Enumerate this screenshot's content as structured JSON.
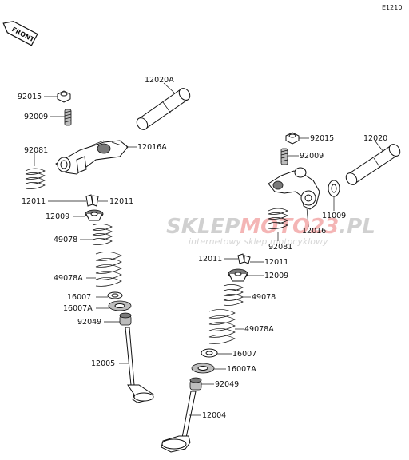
{
  "diagram_code": "E1210",
  "front_label": "FRONT",
  "watermark": {
    "brand_a": "SKLEP",
    "brand_b": "MOTO",
    "brand_c": "23",
    "brand_d": ".PL",
    "tagline": "internetowy sklep motocyklowy"
  },
  "colors": {
    "watermark_gray": "#c8c8c8",
    "watermark_red": "#f3a9a9"
  },
  "labels": {
    "p12020A": "12020A",
    "p92015_l": "92015",
    "p92009_l": "92009",
    "p92081_l": "92081",
    "p12016A": "12016A",
    "p12011_l1": "12011",
    "p12011_l2": "12011",
    "p12009_l": "12009",
    "p49078_l": "49078",
    "p49078A_l": "49078A",
    "p16007_l": "16007",
    "p16007A_l": "16007A",
    "p92049_l": "92049",
    "p12005": "12005",
    "p92015_r": "92015",
    "p92009_r": "92009",
    "p12020": "12020",
    "p11009": "11009",
    "p12016": "12016",
    "p92081_r": "92081",
    "p12011_r1": "12011",
    "p12011_r2": "12011",
    "p12009_r": "12009",
    "p49078_r": "49078",
    "p49078A_r": "49078A",
    "p16007_r": "16007",
    "p16007A_r": "16007A",
    "p92049_r": "92049",
    "p12004": "12004"
  }
}
